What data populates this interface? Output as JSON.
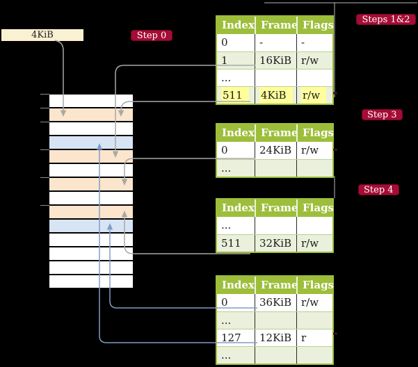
{
  "frame_label": {
    "text": "4KiB"
  },
  "steps": [
    {
      "label": "Step 0"
    },
    {
      "label": "Steps 1&2"
    },
    {
      "label": "Step 3"
    },
    {
      "label": "Step 4"
    }
  ],
  "table_columns": [
    "Index",
    "Frame",
    "Flags"
  ],
  "tables": [
    {
      "name": "page-table-steps-1-2",
      "rows": [
        {
          "cells": [
            "0",
            "-",
            "-"
          ]
        },
        {
          "cells": [
            "1",
            "16KiB",
            "r/w"
          ]
        },
        {
          "cells": [
            "...",
            "",
            ""
          ]
        },
        {
          "cells": [
            "511",
            "4KiB",
            "r/w"
          ],
          "highlight": true
        }
      ]
    },
    {
      "name": "page-table-step-3",
      "rows": [
        {
          "cells": [
            "0",
            "24KiB",
            "r/w"
          ]
        },
        {
          "cells": [
            "...",
            "",
            ""
          ]
        }
      ]
    },
    {
      "name": "page-table-step-4",
      "rows": [
        {
          "cells": [
            "...",
            "",
            ""
          ]
        },
        {
          "cells": [
            "511",
            "32KiB",
            "r/w"
          ]
        }
      ]
    },
    {
      "name": "page-table-last-level",
      "rows": [
        {
          "cells": [
            "0",
            "36KiB",
            "r/w"
          ]
        },
        {
          "cells": [
            "...",
            "",
            ""
          ]
        },
        {
          "cells": [
            "127",
            "12KiB",
            "r"
          ]
        },
        {
          "cells": [
            "...",
            "",
            ""
          ]
        }
      ]
    }
  ],
  "memory": {
    "rows": [
      "free",
      "table",
      "free",
      "page",
      "table",
      "free",
      "table",
      "free",
      "table",
      "page",
      "free",
      "free",
      "free",
      "free"
    ],
    "tick_rows": [
      0,
      1,
      2,
      4,
      6,
      8
    ]
  },
  "connectors": [
    {
      "name": "label-to-4kib-frame",
      "from": "4KiB label",
      "to": "frame 4KiB",
      "color": "gray"
    },
    {
      "name": "entry-1-to-16kib-frame",
      "from": "entry 1 (16KiB)",
      "to": "frame 16KiB",
      "color": "gray"
    },
    {
      "name": "entry-511-to-4kib-frame",
      "from": "entry 511 (4KiB)",
      "to": "frame 4KiB",
      "color": "gray"
    },
    {
      "name": "entry-0-to-24kib-frame",
      "from": "entry 0 (24KiB)",
      "to": "frame 24KiB",
      "color": "gray"
    },
    {
      "name": "entry-511-to-32kib-frame",
      "from": "entry 511 (32KiB)",
      "to": "frame 32KiB",
      "color": "gray"
    },
    {
      "name": "entry-0-to-36kib-page",
      "from": "entry 0 (36KiB)",
      "to": "frame 36KiB",
      "color": "blue"
    },
    {
      "name": "entry-127-to-12kib-page",
      "from": "entry 127 (12KiB)",
      "to": "frame 12KiB",
      "color": "blue"
    }
  ],
  "colors": {
    "free": "#ffffff",
    "table": "#fbe5cd",
    "page": "#d7e4f3",
    "header_green": "#9dbe3b",
    "row_green": "#eaf0db",
    "badge_red": "#a60c35",
    "cream": "#faf0d2",
    "highlight_yellow": "#fefe9c",
    "gray_line": "#a8a8a8",
    "blue_line": "#7e9dc8"
  }
}
